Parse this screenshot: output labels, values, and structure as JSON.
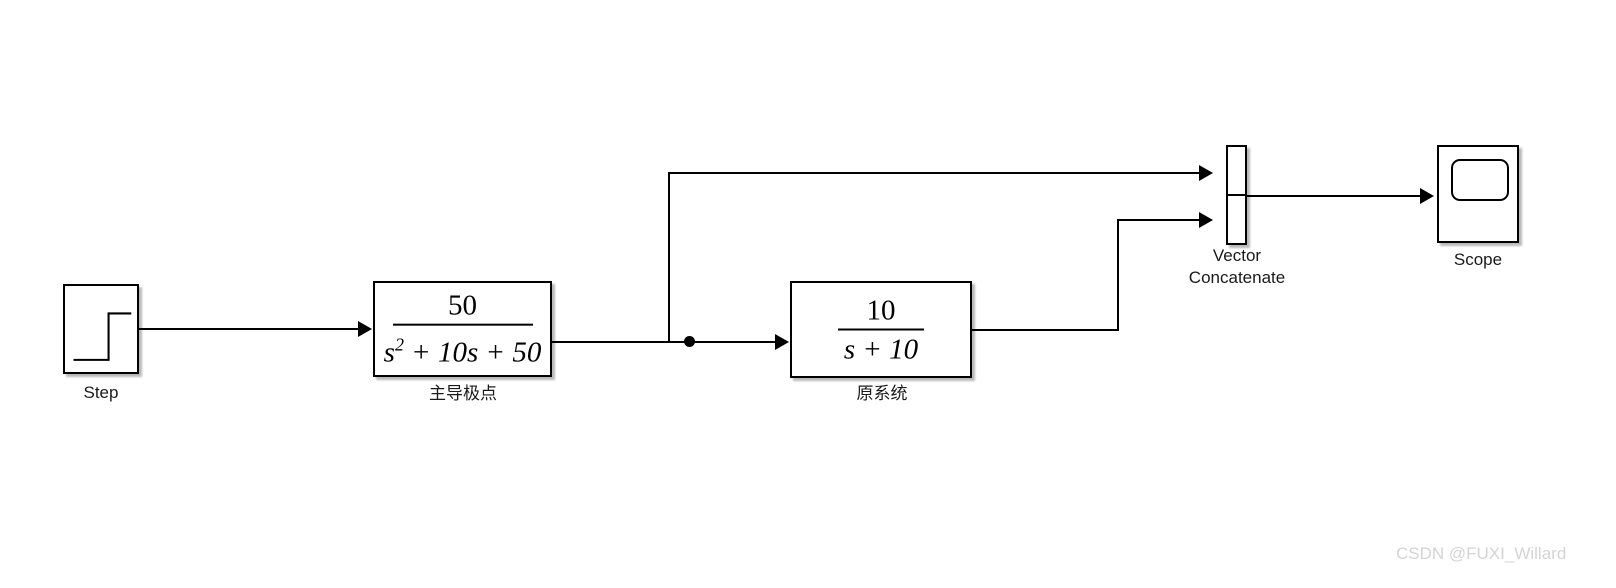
{
  "diagram": {
    "title": "Simulink block diagram",
    "background_color": "#ffffff",
    "line_color": "#000000"
  },
  "blocks": {
    "step": {
      "label": "Step",
      "icon": "step-signal-icon"
    },
    "dominant_poles": {
      "label": "主导极点",
      "numerator": "50",
      "denominator_s_squared": "s",
      "denominator_exp": "2",
      "denominator_rest": " + 10s + 50",
      "denominator_full": "s² + 10s + 50",
      "transfer_function": "50 / (s^2 + 10s + 50)"
    },
    "original_system": {
      "label": "原系统",
      "numerator": "10",
      "denominator_var": "s",
      "denominator_rest": " + 10",
      "denominator_full": "s + 10",
      "transfer_function": "10 / (s + 10)"
    },
    "vector_concatenate": {
      "label_line1": "Vector",
      "label_line2": "Concatenate",
      "label": "Vector\nConcatenate",
      "input_count": 2
    },
    "scope": {
      "label": "Scope",
      "icon": "scope-screen-icon"
    }
  },
  "signals": {
    "step_to_dominant": "Step output to 主导极点 input",
    "dominant_to_branch": "主导极点 output to branch point",
    "branch_to_concat_input1": "branch up to Vector Concatenate input 1",
    "branch_to_original": "branch right to 原系统 input",
    "original_to_concat_input2": "原系统 output up to Vector Concatenate input 2",
    "concat_to_scope": "Vector Concatenate output to Scope"
  },
  "watermark": {
    "text": "CSDN @FUXI_Willard"
  }
}
